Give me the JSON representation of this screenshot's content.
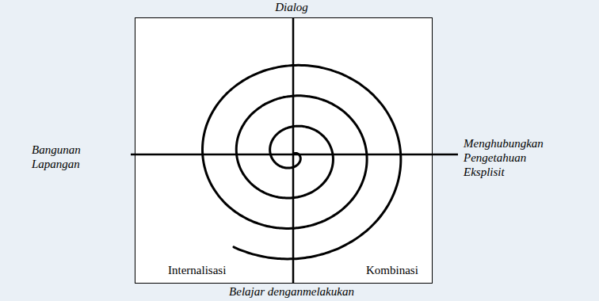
{
  "diagram": {
    "labels": [
      "Dialog",
      "Bangunan Lapangan",
      "Menghubungkan Pengetahuan Eksplisit",
      "Belajar denganmelakukan",
      "Internalisasi",
      "Kombinasi"
    ]
  }
}
